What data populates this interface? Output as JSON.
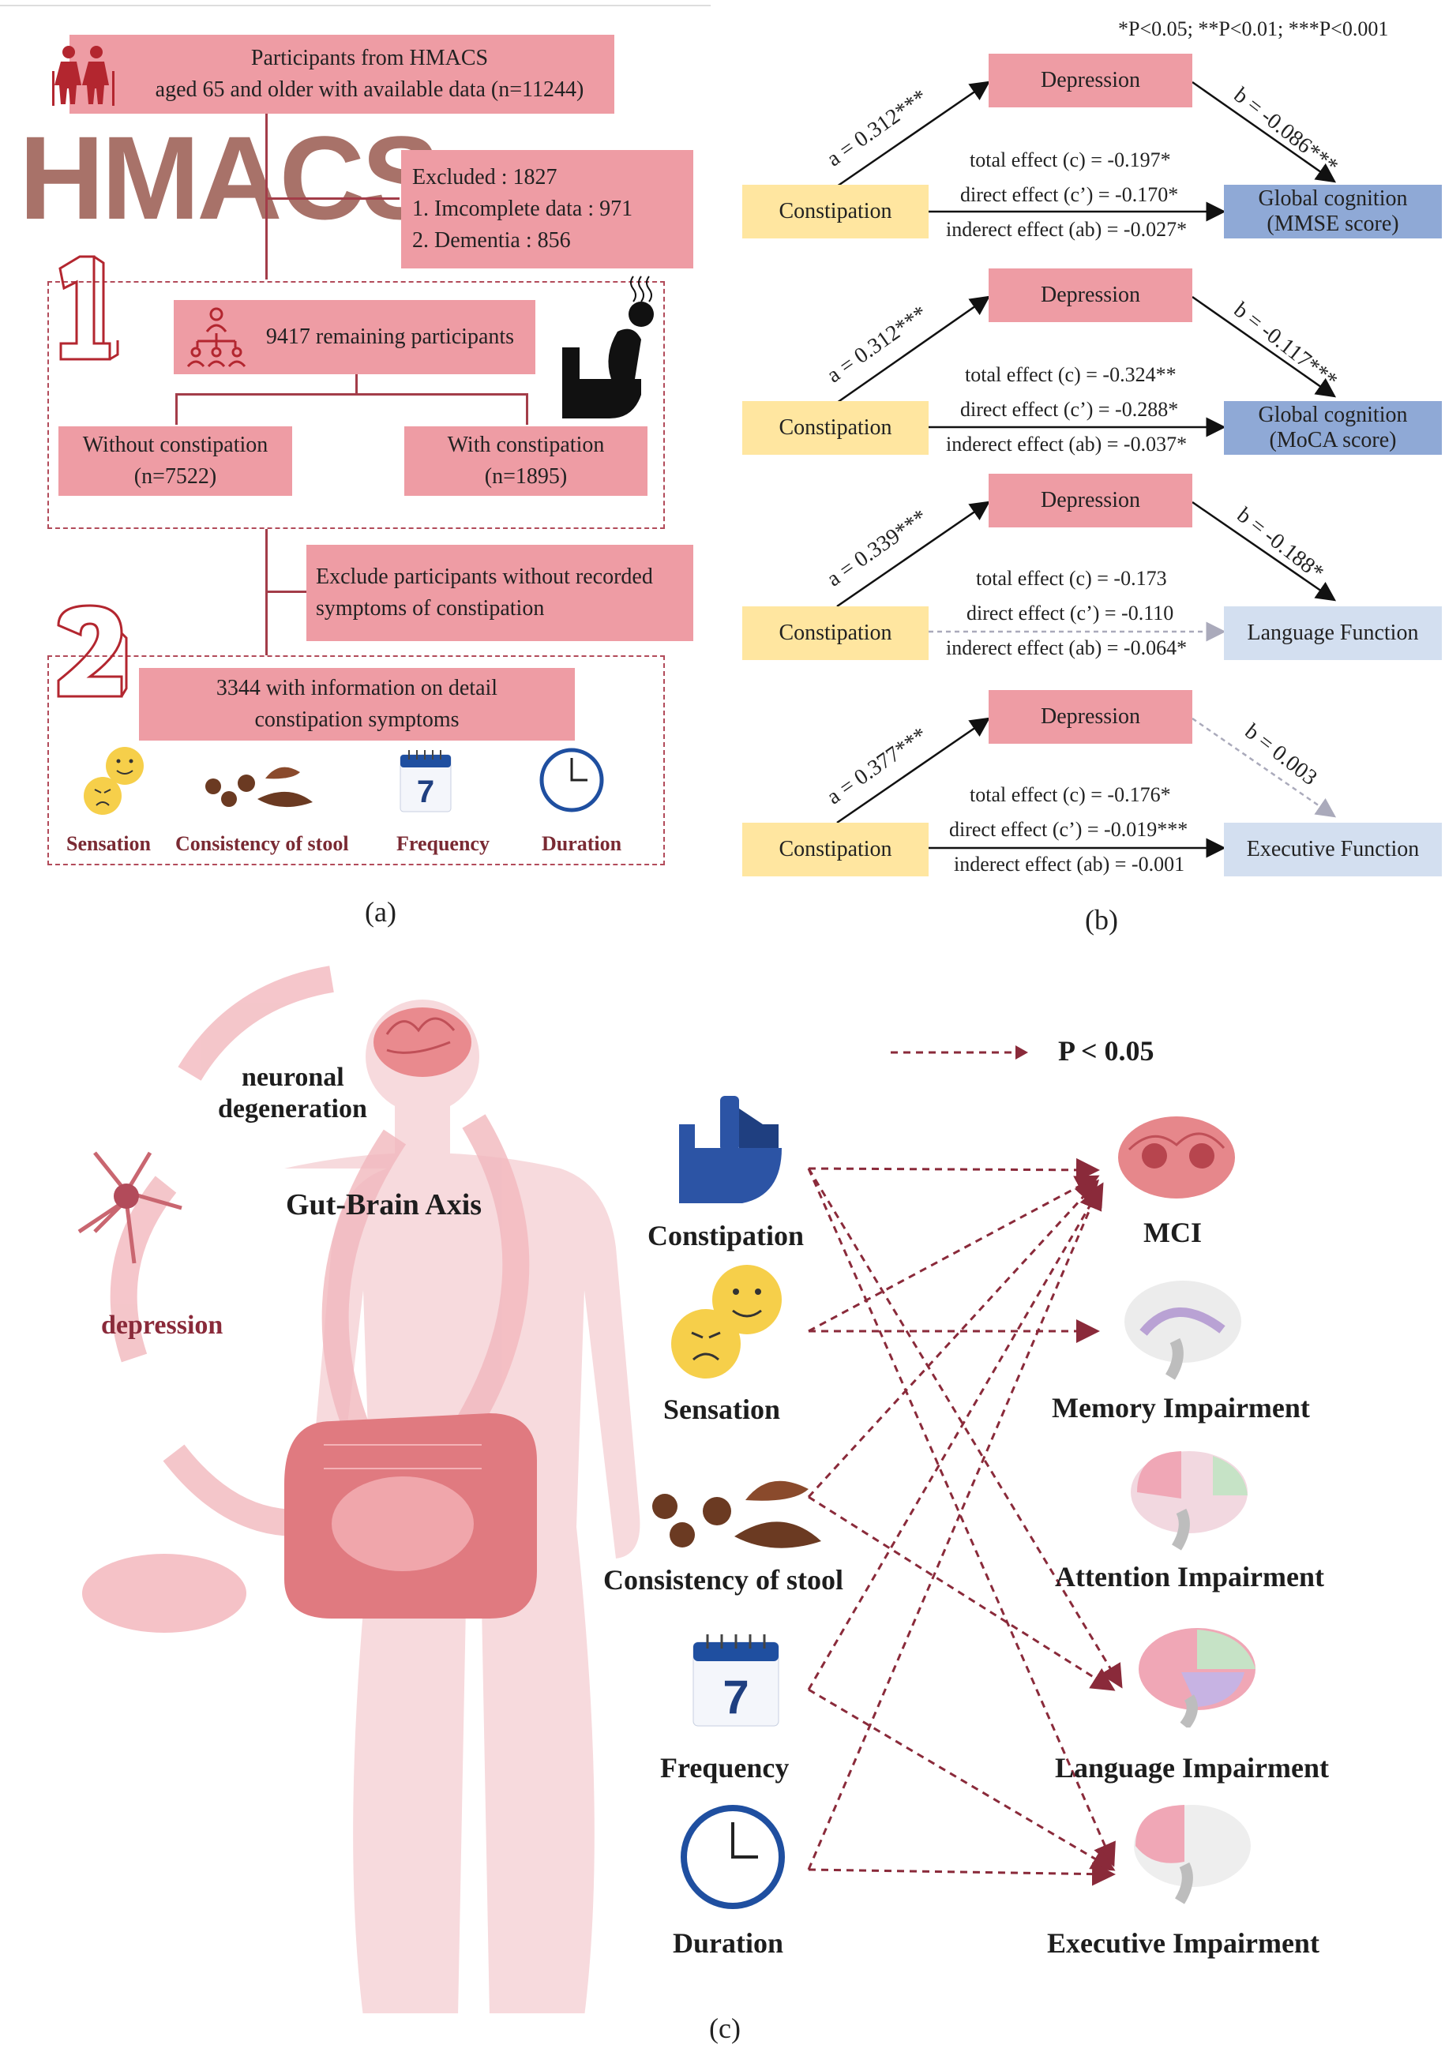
{
  "panel_a": {
    "caption": "(a)",
    "participants": [
      "Participants from HMACS",
      "aged 65 and older with available data (n=11244)"
    ],
    "logo_text": "HMACS",
    "excluded": [
      "Excluded : 1827",
      "1. Imcomplete data : 971",
      "2. Dementia : 856"
    ],
    "remaining": "9417 remaining participants",
    "without": [
      "Without constipation",
      "(n=7522)"
    ],
    "with": [
      "With constipation",
      "(n=1895)"
    ],
    "exclude_symptoms": [
      "Exclude participants without recorded",
      "symptoms of constipation"
    ],
    "detail": [
      "3344 with information on detail",
      "constipation symptoms"
    ],
    "icons": [
      "Sensation",
      "Consistency of stool",
      "Frequency",
      "Duration"
    ],
    "calendar_number": "7"
  },
  "panel_b": {
    "caption": "(b)",
    "significance": "*P<0.05; **P<0.01; ***P<0.001",
    "mediator": "Depression",
    "exposure": "Constipation",
    "models": [
      {
        "outcome": [
          "Global cognition",
          "(MMSE score)"
        ],
        "a": "a = 0.312***",
        "b": "b = -0.086***",
        "total": "total effect (c) = -0.197*",
        "direct": "direct effect (c’) = -0.170*",
        "indirect": "inderect effect (ab) = -0.027*"
      },
      {
        "outcome": [
          "Global cognition",
          "(MoCA score)"
        ],
        "a": "a = 0.312***",
        "b": "b = -0.117***",
        "total": "total effect (c) = -0.324**",
        "direct": "direct effect (c’) = -0.288*",
        "indirect": "inderect effect (ab) = -0.037*"
      },
      {
        "outcome": [
          "Language Function"
        ],
        "a": "a = 0.339***",
        "b": "b = -0.188*",
        "total": "total effect (c) = -0.173",
        "direct": "direct effect (c’) = -0.110",
        "indirect": "inderect effect (ab) = -0.064*"
      },
      {
        "outcome": [
          "Executive Function"
        ],
        "a": "a = 0.377***",
        "b": "b = 0.003",
        "total": "total effect (c) = -0.176*",
        "direct": "direct effect (c’) = -0.019***",
        "indirect": "inderect effect (ab) = -0.001"
      }
    ]
  },
  "panel_c": {
    "caption": "(c)",
    "legend": "P < 0.05",
    "neuronal": [
      "neuronal",
      "degeneration"
    ],
    "axis": "Gut-Brain Axis",
    "depression": "depression",
    "exposures": [
      "Constipation",
      "Sensation",
      "Consistency of stool",
      "Frequency",
      "Duration"
    ],
    "outcomes": [
      "MCI",
      "Memory Impairment",
      "Attention Impairment",
      "Language Impairment",
      "Executive Impairment"
    ],
    "calendar_number": "7"
  },
  "colors": {
    "pink": "#ee9ca4",
    "yellow": "#ffe6a0",
    "blue": "#8fa9d6",
    "light_blue": "#d3dff0",
    "dark_red": "#8a2a3a"
  }
}
